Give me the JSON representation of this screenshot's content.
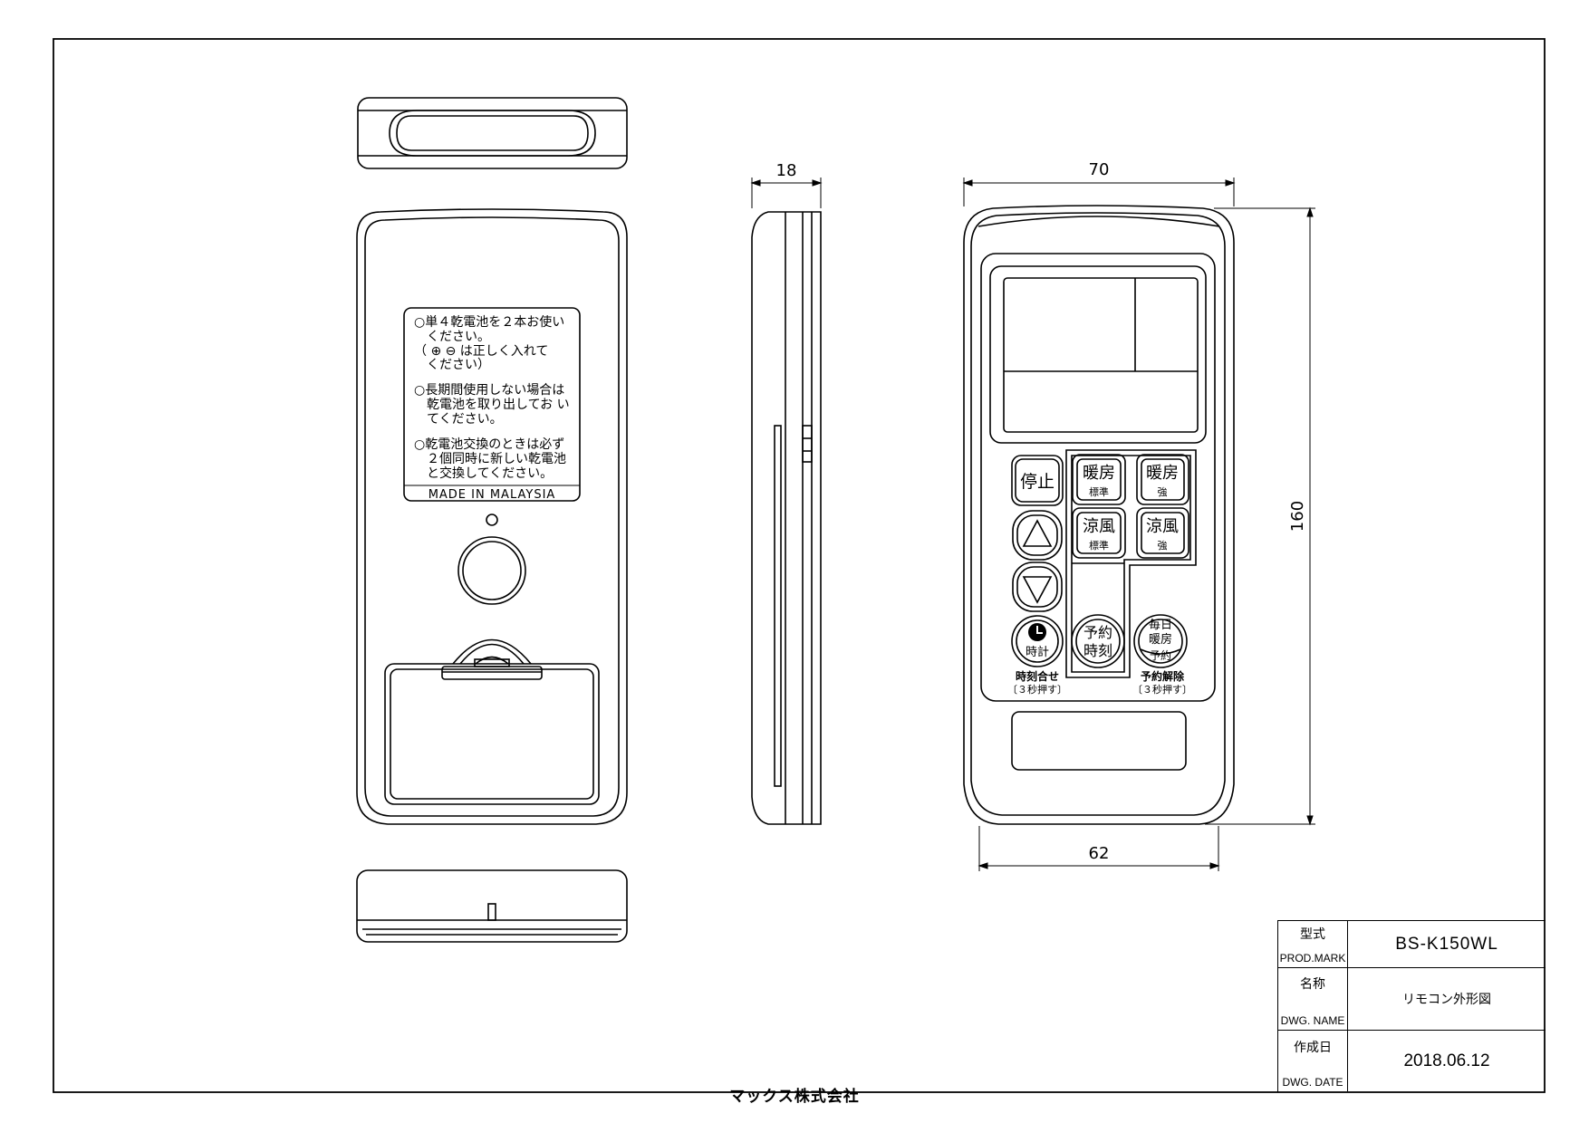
{
  "battery_label": {
    "lines": [
      "○単４乾電池を２本お使い",
      "　ください。",
      "（ ⊕ ⊖ は正しく入れて",
      "　ください）",
      "○長期間使用しない場合は",
      "　乾電池を取り出してお い",
      "　てください。",
      "○乾電池交換のときは必ず",
      "　２個同時に新しい乾電池",
      "　と交換してください。"
    ],
    "made_in": "MADE IN MALAYSIA"
  },
  "dimensions": {
    "side_thickness": "18",
    "front_width": "70",
    "front_height": "160",
    "front_bottom_width": "62"
  },
  "buttons": {
    "stop": "停止",
    "heat_std": {
      "main": "暖房",
      "sub": "標準"
    },
    "heat_strong": {
      "main": "暖房",
      "sub": "強"
    },
    "cool_std": {
      "main": "涼風",
      "sub": "標準"
    },
    "cool_strong": {
      "main": "涼風",
      "sub": "強"
    },
    "clock": "時計",
    "reserve_time": [
      "予約",
      "時刻"
    ],
    "daily_heat": [
      "毎日",
      "暖房",
      "予約"
    ],
    "clock_set_note": [
      "時刻合せ",
      "〔３秒押す〕"
    ],
    "reserve_cancel_note": [
      "予約解除",
      "〔３秒押す〕"
    ]
  },
  "title_block": {
    "prod_mark_jp": "型式",
    "prod_mark_en": "PROD.MARK",
    "prod_mark_value": "BS-K150WL",
    "dwg_name_jp": "名称",
    "dwg_name_en": "DWG. NAME",
    "dwg_name_value": "リモコン外形図",
    "dwg_date_jp": "作成日",
    "dwg_date_en": "DWG. DATE",
    "dwg_date_value": "2018.06.12"
  },
  "company": "マックス株式会社"
}
